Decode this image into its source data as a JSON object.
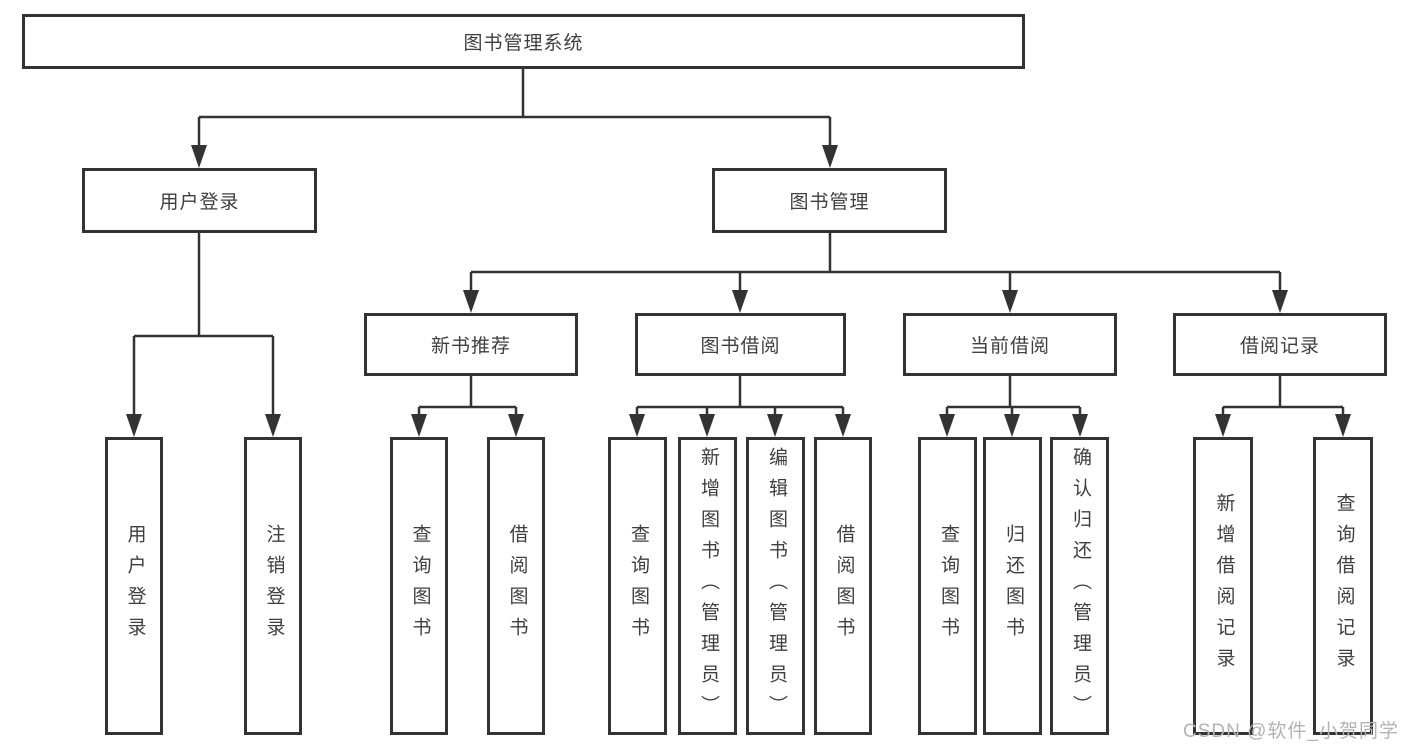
{
  "hierarchy": {
    "root": {
      "label": "图书管理系统",
      "children": [
        {
          "label": "用户登录",
          "children": [
            {
              "label": "用户登录"
            },
            {
              "label": "注销登录"
            }
          ]
        },
        {
          "label": "图书管理",
          "children": [
            {
              "label": "新书推荐",
              "children": [
                {
                  "label": "查询图书"
                },
                {
                  "label": "借阅图书"
                }
              ]
            },
            {
              "label": "图书借阅",
              "children": [
                {
                  "label": "查询图书"
                },
                {
                  "label": "新增图书（管理员）"
                },
                {
                  "label": "编辑图书（管理员）"
                },
                {
                  "label": "借阅图书"
                }
              ]
            },
            {
              "label": "当前借阅",
              "children": [
                {
                  "label": "查询图书"
                },
                {
                  "label": "归还图书"
                },
                {
                  "label": "确认归还（管理员）"
                }
              ]
            },
            {
              "label": "借阅记录",
              "children": [
                {
                  "label": "新增借阅记录"
                },
                {
                  "label": "查询借阅记录"
                }
              ]
            }
          ]
        }
      ]
    }
  },
  "watermark": {
    "text": "CSDN @软件_小贺同学"
  },
  "colors": {
    "line": "#333333",
    "box_border": "#333333",
    "text": "#3f3f3f",
    "watermark": "#b3b3b3",
    "background": "#ffffff"
  }
}
